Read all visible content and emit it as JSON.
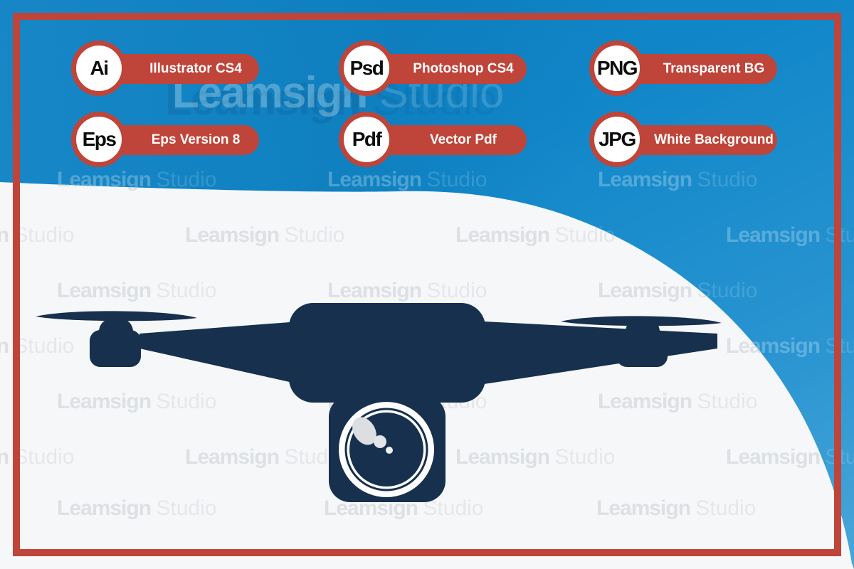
{
  "watermark": {
    "brand_bold": "Leamsign",
    "brand_light": "Studio"
  },
  "badges": [
    {
      "format": "Ai",
      "label": "Illustrator CS4"
    },
    {
      "format": "Psd",
      "label": "Photoshop CS4"
    },
    {
      "format": "PNG",
      "label": "Transparent BG"
    },
    {
      "format": "Eps",
      "label": "Eps Version 8"
    },
    {
      "format": "Pdf",
      "label": "Vector Pdf"
    },
    {
      "format": "JPG",
      "label": "White Background"
    }
  ],
  "illustration": {
    "subject": "drone quadcopter silhouette with camera"
  },
  "colors": {
    "background_blue": "#1187c9",
    "accent_red": "#bf4439",
    "silhouette_navy": "#16304d",
    "white_shape": "#f6f7f8"
  }
}
